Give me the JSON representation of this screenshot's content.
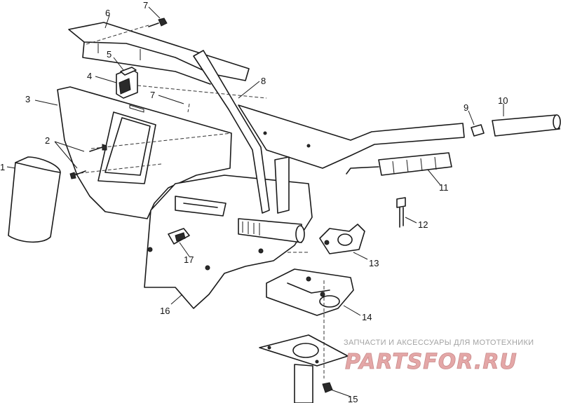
{
  "diagram": {
    "callouts": [
      {
        "id": "1",
        "label": "1"
      },
      {
        "id": "2",
        "label": "2"
      },
      {
        "id": "3",
        "label": "3"
      },
      {
        "id": "4",
        "label": "4"
      },
      {
        "id": "5",
        "label": "5"
      },
      {
        "id": "6",
        "label": "6"
      },
      {
        "id": "7a",
        "label": "7"
      },
      {
        "id": "7b",
        "label": "7"
      },
      {
        "id": "8",
        "label": "8"
      },
      {
        "id": "9",
        "label": "9"
      },
      {
        "id": "10",
        "label": "10"
      },
      {
        "id": "11",
        "label": "11"
      },
      {
        "id": "12",
        "label": "12"
      },
      {
        "id": "13",
        "label": "13"
      },
      {
        "id": "14",
        "label": "14"
      },
      {
        "id": "15",
        "label": "15"
      },
      {
        "id": "16",
        "label": "16"
      },
      {
        "id": "17",
        "label": "17"
      }
    ]
  },
  "watermark": {
    "tagline": "ЗАПЧАСТИ И АКСЕССУАРЫ ДЛЯ МОТОТЕХНИКИ",
    "brand": "PARTSFOR.RU"
  }
}
